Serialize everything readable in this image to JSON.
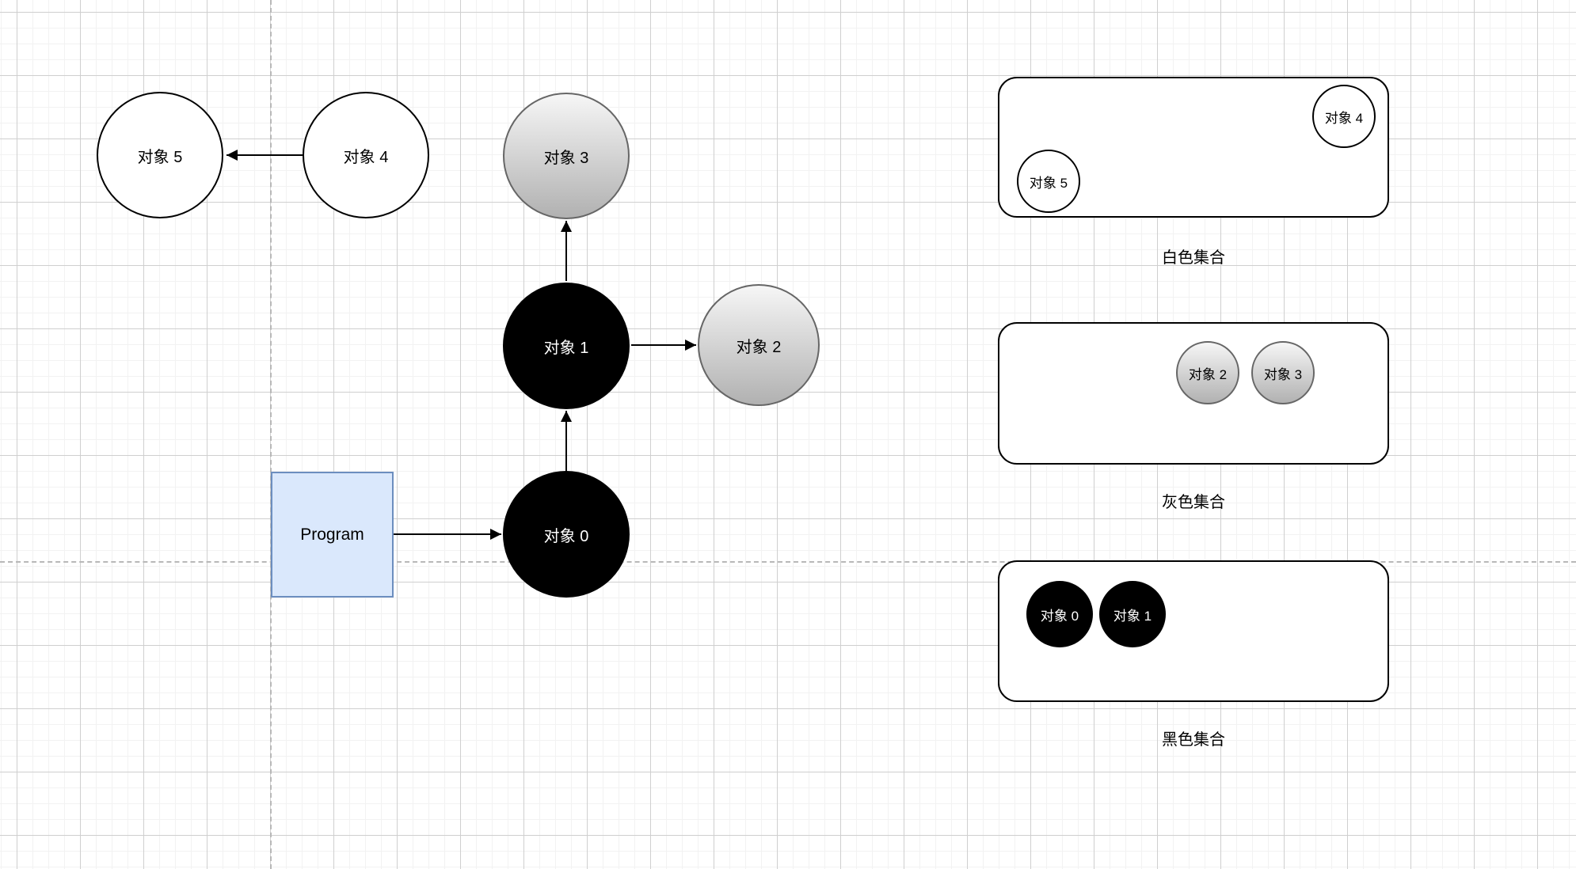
{
  "diagram": {
    "program": {
      "label": "Program"
    },
    "nodes": {
      "obj5": {
        "label": "对象 5",
        "color": "white"
      },
      "obj4": {
        "label": "对象 4",
        "color": "white"
      },
      "obj3": {
        "label": "对象 3",
        "color": "gray"
      },
      "obj1": {
        "label": "对象 1",
        "color": "black"
      },
      "obj2": {
        "label": "对象 2",
        "color": "gray"
      },
      "obj0": {
        "label": "对象 0",
        "color": "black"
      }
    },
    "edges": [
      {
        "from": "对象 4",
        "to": "对象 5"
      },
      {
        "from": "Program",
        "to": "对象 0"
      },
      {
        "from": "对象 0",
        "to": "对象 1"
      },
      {
        "from": "对象 1",
        "to": "对象 3"
      },
      {
        "from": "对象 1",
        "to": "对象 2"
      }
    ]
  },
  "sets": {
    "white": {
      "label": "白色集合",
      "items": [
        "对象 4",
        "对象 5"
      ]
    },
    "gray": {
      "label": "灰色集合",
      "items": [
        "对象 2",
        "对象 3"
      ]
    },
    "black": {
      "label": "黑色集合",
      "items": [
        "对象 0",
        "对象 1"
      ]
    }
  },
  "colors": {
    "white_fill": "#ffffff",
    "black_fill": "#000000",
    "gray_fill_top": "#f5f5f5",
    "gray_fill_bottom": "#b3b3b3",
    "gray_stroke": "#666666",
    "program_fill": "#dae8fc",
    "program_stroke": "#6c8ebf",
    "edge_stroke": "#000000",
    "guide_line": "#b8b8b8"
  }
}
